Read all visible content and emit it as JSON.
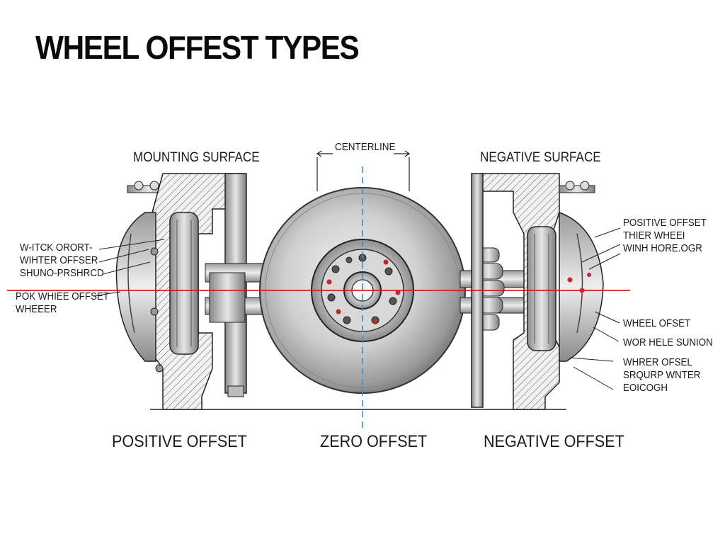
{
  "title": "WHEEL OFFEST TYPES",
  "labels": {
    "mounting_surface": "MOUNTING SURFACE",
    "centerline": "CENTERLINE",
    "negative_surface": "NEGATIVE SURFACE",
    "positive_offset": "POSITIVE OFFSET",
    "zero_offset": "ZERO OFFSET",
    "negative_offset": "NEGATIVE OFFSET"
  },
  "left_callouts": {
    "block1": "W-ITCK ORORT-\nWIHTER OFFSER\nSHUNO-PRSHRCD",
    "block2": "POK WHIEE OFFSET\nWHEEER"
  },
  "right_callouts": {
    "block1": "POSITIVE OFFSET\nTHIER WHEEI\nWINH HORE.OGR",
    "wheel_offset": "WHEEL OFSET",
    "block3": "WOR HELE SUNION",
    "block4": "WHRER OFSEL\nSRQURP WNTER\nEOICOGH"
  },
  "colors": {
    "axis_line": "#d81e1e",
    "centerline": "#3a8fd8",
    "ink": "#1a1a1a"
  }
}
